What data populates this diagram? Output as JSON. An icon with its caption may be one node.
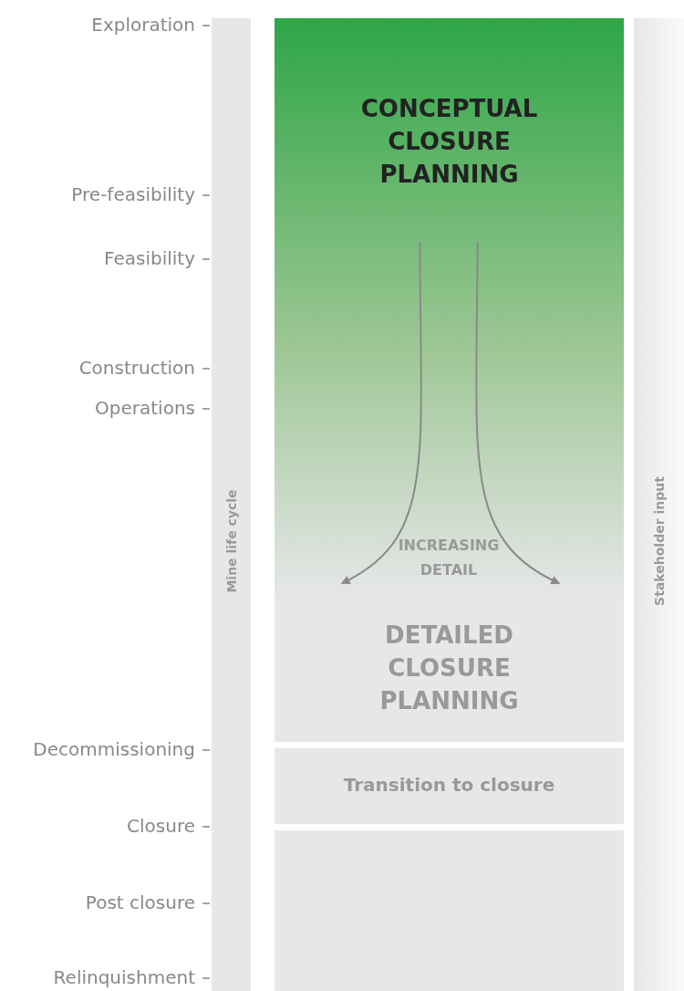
{
  "diagram": {
    "nodes": [
      {
        "text": [
          "Mine life cycle"
        ]
      },
      {
        "text": [],
        "shape": "box"
      },
      {
        "text": [
          "CONCEPTUAL CLOSURE PLANNING"
        ],
        "in": 1
      },
      {
        "text": [
          "DETAILED CLOSURE PLANNING"
        ],
        "in": 1
      },
      {
        "text": [
          "Transition to closure"
        ]
      },
      {
        "text": [],
        "shape": "box"
      },
      {
        "text": [
          "Stakeholder input"
        ]
      }
    ],
    "edges": [
      {
        "from": 2,
        "to": 3,
        "arrow": "to"
      },
      {
        "from": 2,
        "to": 3,
        "arrow": "to"
      }
    ],
    "labels": [
      "Exploration",
      "Pre-feasibility",
      "Feasibility",
      "Construction",
      "Operations",
      "INCREASING DETAIL",
      "Decommissioning",
      "Closure",
      "Post closure",
      "Relinquishment"
    ]
  }
}
